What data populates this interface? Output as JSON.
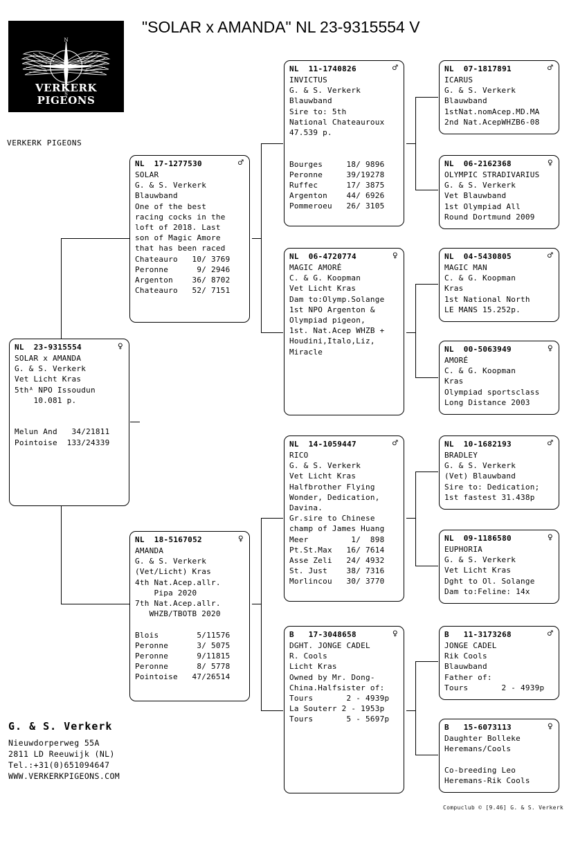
{
  "document": {
    "title": "\"SOLAR x AMANDA\"  NL  23-9315554 V",
    "loft_label": "VERKERK PIGEONS",
    "logo_text": "VERKERK PIGEONS",
    "credit": "Compuclub © [9.46]  G. & S. Verkerk"
  },
  "footer": {
    "name": "G. & S. Verkerk",
    "address1": "Nieuwdorperweg 55A",
    "address2": "2811 LD  Reeuwijk (NL)",
    "phone": "Tel.:+31(0)651094647",
    "website": "WWW.VERKERKPIGEONS.COM"
  },
  "symbols": {
    "male": "♂",
    "female": "♀"
  },
  "pedigree": {
    "subject": {
      "ring": "NL  23-9315554",
      "sex": "female",
      "lines": "SOLAR x AMANDA\nG. & S. Verkerk\nVet Licht Kras\n5thᴬ NPO Issoudun\n    10.081 p.",
      "races": "Melun And   34/21811\nPointoise  133/24339"
    },
    "sire": {
      "ring": "NL  17-1277530",
      "sex": "male",
      "lines": "SOLAR\nG. & S. Verkerk\nBlauwband\nOne of the best\nracing cocks in the\nloft of 2018. Last\nson of Magic Amore\nthat has been raced",
      "races": "Chateauro   10/ 3769\nPeronne      9/ 2946\nArgenton    36/ 8702\nChateauro   52/ 7151"
    },
    "dam": {
      "ring": "NL  18-5167052",
      "sex": "female",
      "lines": "AMANDA\nG. & S. Verkerk\n(Vet/Licht) Kras\n4th Nat.Acep.allr.\n    Pipa 2020\n7th Nat.Acep.allr.\n   WHZB/TBOTB 2020",
      "races": "Blois        5/11576\nPeronne      3/ 5075\nPeronne      9/11815\nPeronne      8/ 5778\nPointoise   47/26514"
    },
    "gen2": [
      {
        "ring": "NL  11-1740826",
        "sex": "male",
        "lines": "INVICTUS\nG. & S. Verkerk\nBlauwband\nSire to: 5th\nNational Chateauroux\n47.539 p.",
        "races": "Bourges     18/ 9896\nPeronne     39/19278\nRuffec      17/ 3875\nArgenton    44/ 6926\nPommeroeu   26/ 3105"
      },
      {
        "ring": "NL  06-4720774",
        "sex": "female",
        "lines": "MAGIC AMORÉ\nC. & G. Koopman\nVet Licht Kras\nDam to:Olymp.Solange\n1st NPO Argenton &\nOlympiad pigeon,\n1st. Nat.Acep WHZB +\nHoudini,Italo,Liz,\nMiracle",
        "races": ""
      },
      {
        "ring": "NL  14-1059447",
        "sex": "male",
        "lines": "RICO\nG. & S. Verkerk\nVet Licht Kras\nHalfbrother Flying\nWonder, Dedication,\nDavina.\nGr.sire to Chinese\nchamp of James Huang",
        "races": "Meer         1/  898\nPt.St.Max   16/ 7614\nAsse Zeli   24/ 4932\nSt. Just    38/ 7316\nMorlincou   30/ 3770"
      },
      {
        "ring": "B   17-3048658",
        "sex": "female",
        "lines": "DGHT. JONGE CADEL\nR. Cools\nLicht Kras\nOwned by Mr. Dong-\nChina.Halfsister of:\nTours       2 - 4939p\nLa Souterr 2 - 1953p\nTours       5 - 5697p",
        "races": ""
      }
    ],
    "gen3": [
      {
        "ring": "NL  07-1817891",
        "sex": "male",
        "lines": "ICARUS\nG. & S. Verkerk\nBlauwband\n1stNat.nomAcep.MD.MA\n2nd Nat.AcepWHZB6-08"
      },
      {
        "ring": "NL  06-2162368",
        "sex": "female",
        "lines": "OLYMPIC STRADIVARIUS\nG. & S. Verkerk\nVet Blauwband\n1st Olympiad All\nRound Dortmund 2009"
      },
      {
        "ring": "NL  04-5430805",
        "sex": "male",
        "lines": "MAGIC MAN\nC. & G. Koopman\nKras\n1st National North\nLE MANS 15.252p."
      },
      {
        "ring": "NL  00-5063949",
        "sex": "female",
        "lines": "AMORÉ\nC. & G. Koopman\nKras\nOlympiad sportsclass\nLong Distance 2003"
      },
      {
        "ring": "NL  10-1682193",
        "sex": "male",
        "lines": "BRADLEY\nG. & S. Verkerk\n(Vet) Blauwband\nSire to: Dedication;\n1st fastest 31.438p"
      },
      {
        "ring": "NL  09-1186580",
        "sex": "female",
        "lines": "EUPHORIA\nG. & S. Verkerk\nVet Licht Kras\nDght to Ol. Solange\nDam to:Feline: 14x"
      },
      {
        "ring": "B   11-3173268",
        "sex": "male",
        "lines": "JONGE CADEL\nRik Cools\nBlauwband\nFather of:\nTours       2 - 4939p"
      },
      {
        "ring": "B   15-6073113",
        "sex": "female",
        "lines": "Daughter Bolleke\nHeremans/Cools\n\nCo-breeding Leo\nHeremans-Rik Cools"
      }
    ]
  }
}
